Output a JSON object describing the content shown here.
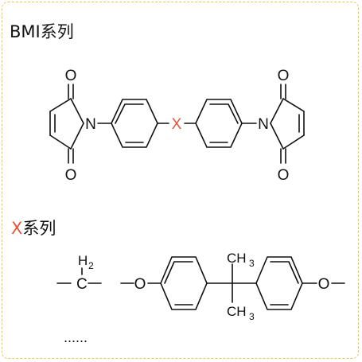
{
  "sections": {
    "bmi": {
      "title": "BMI系列"
    },
    "x": {
      "prefix": "X",
      "suffix": "系列"
    }
  },
  "bmi_structure": {
    "oxygen": "O",
    "nitrogen": "N",
    "linker": "X"
  },
  "x_groups": {
    "methylene": {
      "h": "H",
      "h_sub": "2",
      "c": "C"
    },
    "bisphenol_a": {
      "oxygen": "O",
      "methyl": "CH",
      "methyl_sub": "3"
    },
    "more": "......"
  },
  "colors": {
    "accent": "#e8533a",
    "border": "#f4c542",
    "text": "#111111"
  }
}
